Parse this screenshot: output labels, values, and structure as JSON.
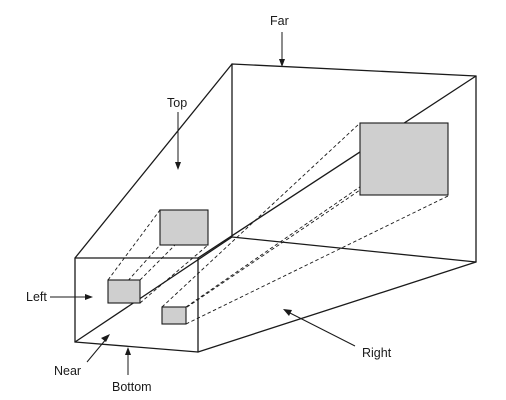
{
  "labels": {
    "far": "Far",
    "top": "Top",
    "left": "Left",
    "near": "Near",
    "bottom": "Bottom",
    "right": "Right"
  },
  "colors": {
    "line": "#1a1a1a",
    "object_fill": "#cfcfcf",
    "background": "#ffffff"
  }
}
